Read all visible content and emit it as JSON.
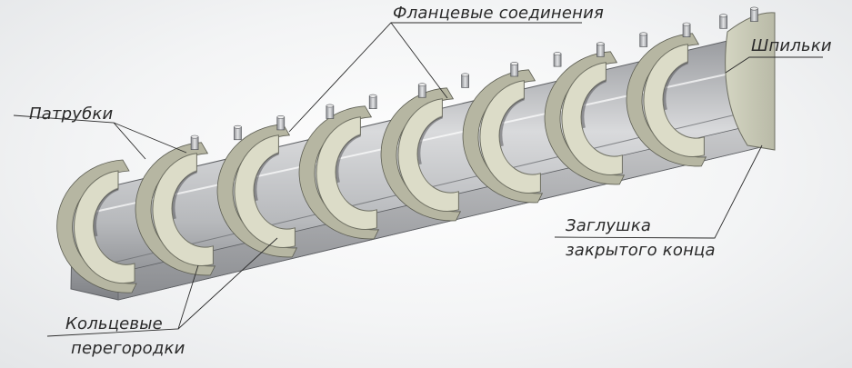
{
  "labels": {
    "flanges": "Фланцевые соединения",
    "nozzles": "Патрубки",
    "studs": "Шпильки",
    "plug_line1": "Заглушка",
    "plug_line2": "закрытого конца",
    "rings_line1": "Кольцевые",
    "rings_line2": "перегородки"
  },
  "colors": {
    "trough_light": "#d8d9db",
    "trough_dark": "#8e9094",
    "ring_face": "#dcdcc8",
    "ring_edge": "#b6b6a2",
    "line": "#2b2b2b"
  }
}
